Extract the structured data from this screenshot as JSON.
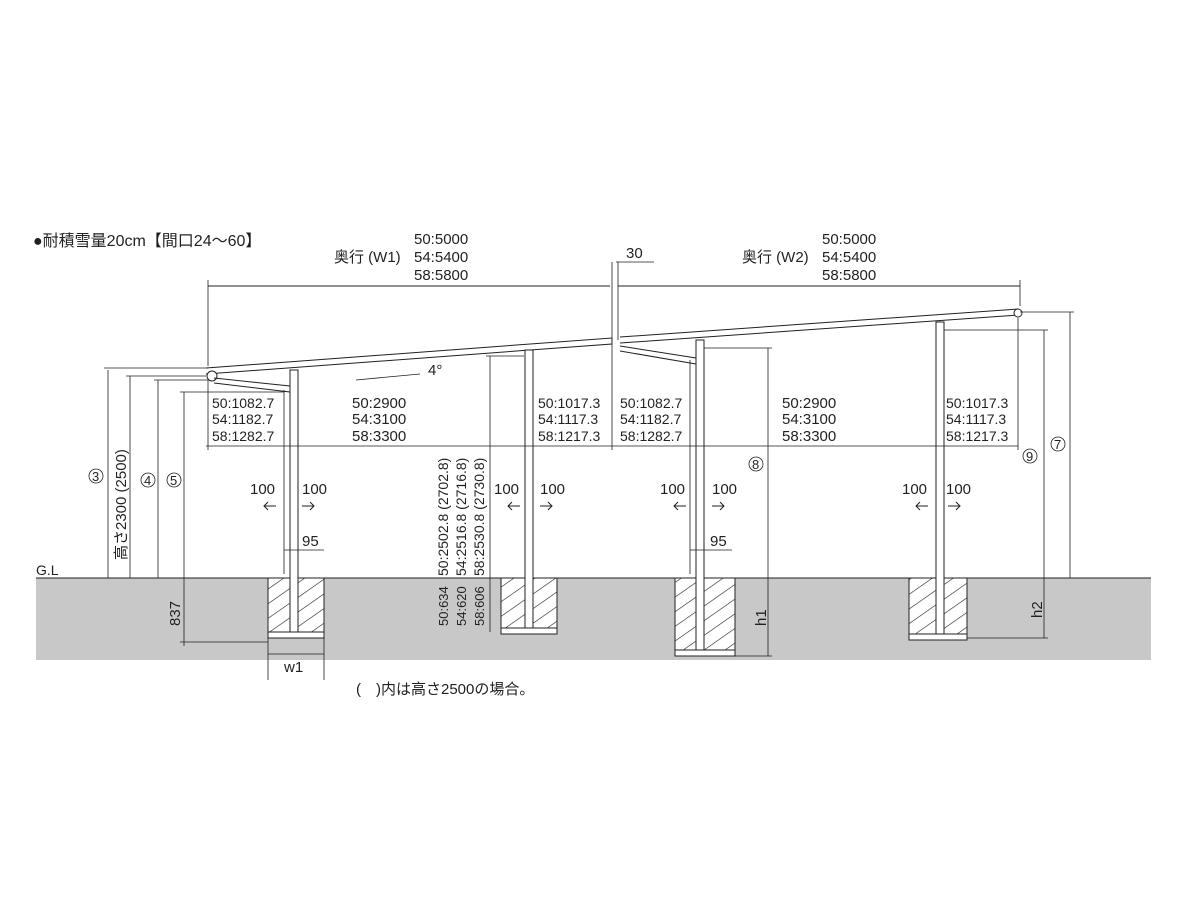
{
  "title": "●耐積雪量20cm【間口24〜60】",
  "ground_label": "G.L",
  "footnote": "(　)内は高さ2500の場合。",
  "depth_w1": {
    "label": "奥行 (W1)",
    "values": [
      "50:5000",
      "54:5400",
      "58:5800"
    ]
  },
  "depth_w2": {
    "label": "奥行 (W2)",
    "values": [
      "50:5000",
      "54:5400",
      "58:5800"
    ]
  },
  "gap_30": "30",
  "angle": "4°",
  "overhang_left_1": [
    "50:1082.7",
    "54:1182.7",
    "58:1282.7"
  ],
  "span_1": [
    "50:2900",
    "54:3100",
    "58:3300"
  ],
  "overhang_right_1": [
    "50:1017.3",
    "54:1117.3",
    "58:1217.3"
  ],
  "overhang_left_2": [
    "50:1082.7",
    "54:1182.7",
    "58:1282.7"
  ],
  "span_2": [
    "50:2900",
    "54:3100",
    "58:3300"
  ],
  "overhang_right_2": [
    "50:1017.3",
    "54:1117.3",
    "58:1217.3"
  ],
  "post_heights": [
    "50:2502.8 (2702.8)",
    "54:2516.8 (2716.8)",
    "58:2530.8 (2730.8)"
  ],
  "embed_depths": [
    "50:634",
    "54:620",
    "58:606"
  ],
  "offset": "100",
  "gap_95": "95",
  "height_main": "高さ2300 (2500)",
  "circle_3": "3",
  "circle_4": "4",
  "circle_5": "5",
  "circle_7": "7",
  "circle_8": "8",
  "circle_9": "9",
  "dim_837": "837",
  "w1": "w1",
  "h1": "h1",
  "h2": "h2"
}
